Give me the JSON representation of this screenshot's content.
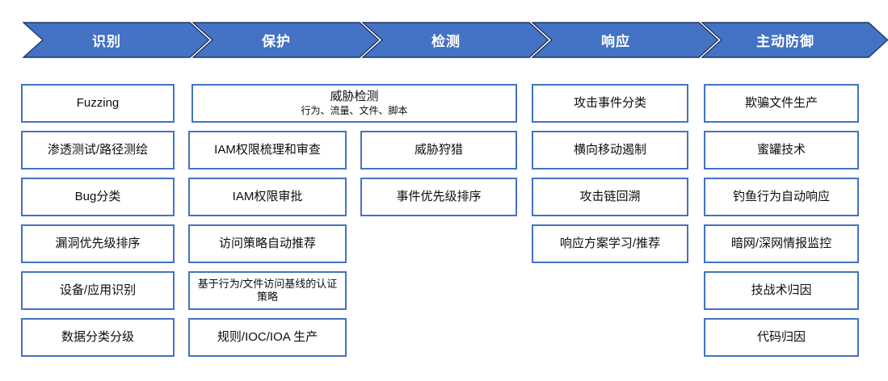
{
  "colors": {
    "arrow_fill": "#4472C4",
    "arrow_outline": "#203864",
    "box_border": "#4472C4",
    "box_text": "#0d0d0d",
    "arrow_text": "#ffffff",
    "background": "#ffffff"
  },
  "header": {
    "stages": [
      {
        "label": "识别"
      },
      {
        "label": "保护"
      },
      {
        "label": "检测"
      },
      {
        "label": "响应"
      },
      {
        "label": "主动防御"
      }
    ]
  },
  "shared_box": {
    "title": "威胁检测",
    "subtitle": "行为、流量、文件、脚本"
  },
  "columns": {
    "identify": {
      "items": [
        "Fuzzing",
        "渗透测试/路径测绘",
        "Bug分类",
        "漏洞优先级排序",
        "设备/应用识别",
        "数据分类分级"
      ]
    },
    "protect": {
      "items": [
        "IAM权限梳理和审查",
        "IAM权限审批",
        "访问策略自动推荐",
        "基于行为/文件访问基线的认证策略",
        "规则/IOC/IOA 生产"
      ]
    },
    "detect": {
      "items": [
        "威胁狩猎",
        "事件优先级排序"
      ]
    },
    "respond": {
      "items": [
        "攻击事件分类",
        "横向移动遏制",
        "攻击链回溯",
        "响应方案学习/推荐"
      ]
    },
    "active_defense": {
      "items": [
        "欺骗文件生产",
        "蜜罐技术",
        "钓鱼行为自动响应",
        "暗网/深网情报监控",
        "技战术归因",
        "代码归因"
      ]
    }
  }
}
